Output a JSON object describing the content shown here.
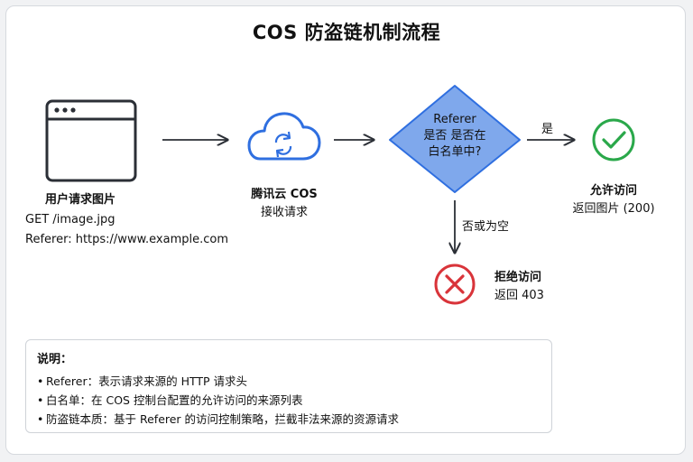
{
  "title": "COS 防盗链机制流程",
  "user_node": {
    "title": "用户请求图片",
    "line1": "GET /image.jpg",
    "line2": "Referer: https://www.example.com",
    "icon": "browser-window-icon"
  },
  "cos_node": {
    "title": "腾讯云 COS",
    "subtitle": "接收请求",
    "icon": "cloud-sync-icon"
  },
  "decision": {
    "line1": "Referer",
    "line2": "是否 是否在",
    "line3": "白名单中?"
  },
  "yes_label": "是",
  "no_label": "否或为空",
  "allow_node": {
    "title": "允许访问",
    "subtitle": "返回图片 (200)",
    "icon": "check-circle-icon"
  },
  "deny_node": {
    "title": "拒绝访问",
    "subtitle": "返回 403",
    "icon": "x-circle-icon"
  },
  "notes": {
    "title": "说明：",
    "items": [
      "Referer：表示请求来源的 HTTP 请求头",
      "白名单：在 COS 控制台配置的允许访问的来源列表",
      "防盗链本质：基于 Referer 的访问控制策略，拦截非法来源的资源请求"
    ]
  },
  "colors": {
    "accent_blue": "#2f6fe0",
    "diamond_fill": "#7fa8ec",
    "success_green": "#2aa84a",
    "danger_red": "#d9343a",
    "dark_stroke": "#2b2f36"
  }
}
